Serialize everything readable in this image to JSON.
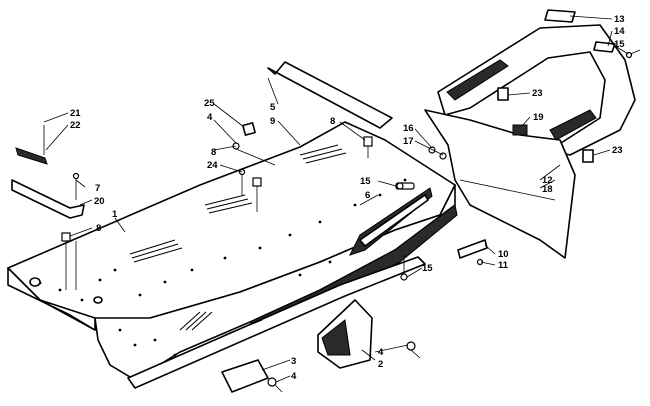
{
  "diagram": {
    "callouts": [
      {
        "id": "c1",
        "label": "1"
      },
      {
        "id": "c2",
        "label": "2"
      },
      {
        "id": "c3",
        "label": "3"
      },
      {
        "id": "c4a",
        "label": "4"
      },
      {
        "id": "c4b",
        "label": "4"
      },
      {
        "id": "c4c",
        "label": "4"
      },
      {
        "id": "c5",
        "label": "5"
      },
      {
        "id": "c6",
        "label": "6"
      },
      {
        "id": "c7",
        "label": "7"
      },
      {
        "id": "c8a",
        "label": "8"
      },
      {
        "id": "c8b",
        "label": "8"
      },
      {
        "id": "c8c",
        "label": "8"
      },
      {
        "id": "c9",
        "label": "9"
      },
      {
        "id": "c10",
        "label": "10"
      },
      {
        "id": "c11",
        "label": "11"
      },
      {
        "id": "c12",
        "label": "12"
      },
      {
        "id": "c13",
        "label": "13"
      },
      {
        "id": "c14",
        "label": "14"
      },
      {
        "id": "c15a",
        "label": "15"
      },
      {
        "id": "c15b",
        "label": "15"
      },
      {
        "id": "c15c",
        "label": "15"
      },
      {
        "id": "c16",
        "label": "16"
      },
      {
        "id": "c17",
        "label": "17"
      },
      {
        "id": "c18",
        "label": "18"
      },
      {
        "id": "c19",
        "label": "19"
      },
      {
        "id": "c20",
        "label": "20"
      },
      {
        "id": "c21",
        "label": "21"
      },
      {
        "id": "c22",
        "label": "22"
      },
      {
        "id": "c23a",
        "label": "23"
      },
      {
        "id": "c23b",
        "label": "23"
      },
      {
        "id": "c24",
        "label": "24"
      },
      {
        "id": "c25",
        "label": "25"
      }
    ]
  }
}
